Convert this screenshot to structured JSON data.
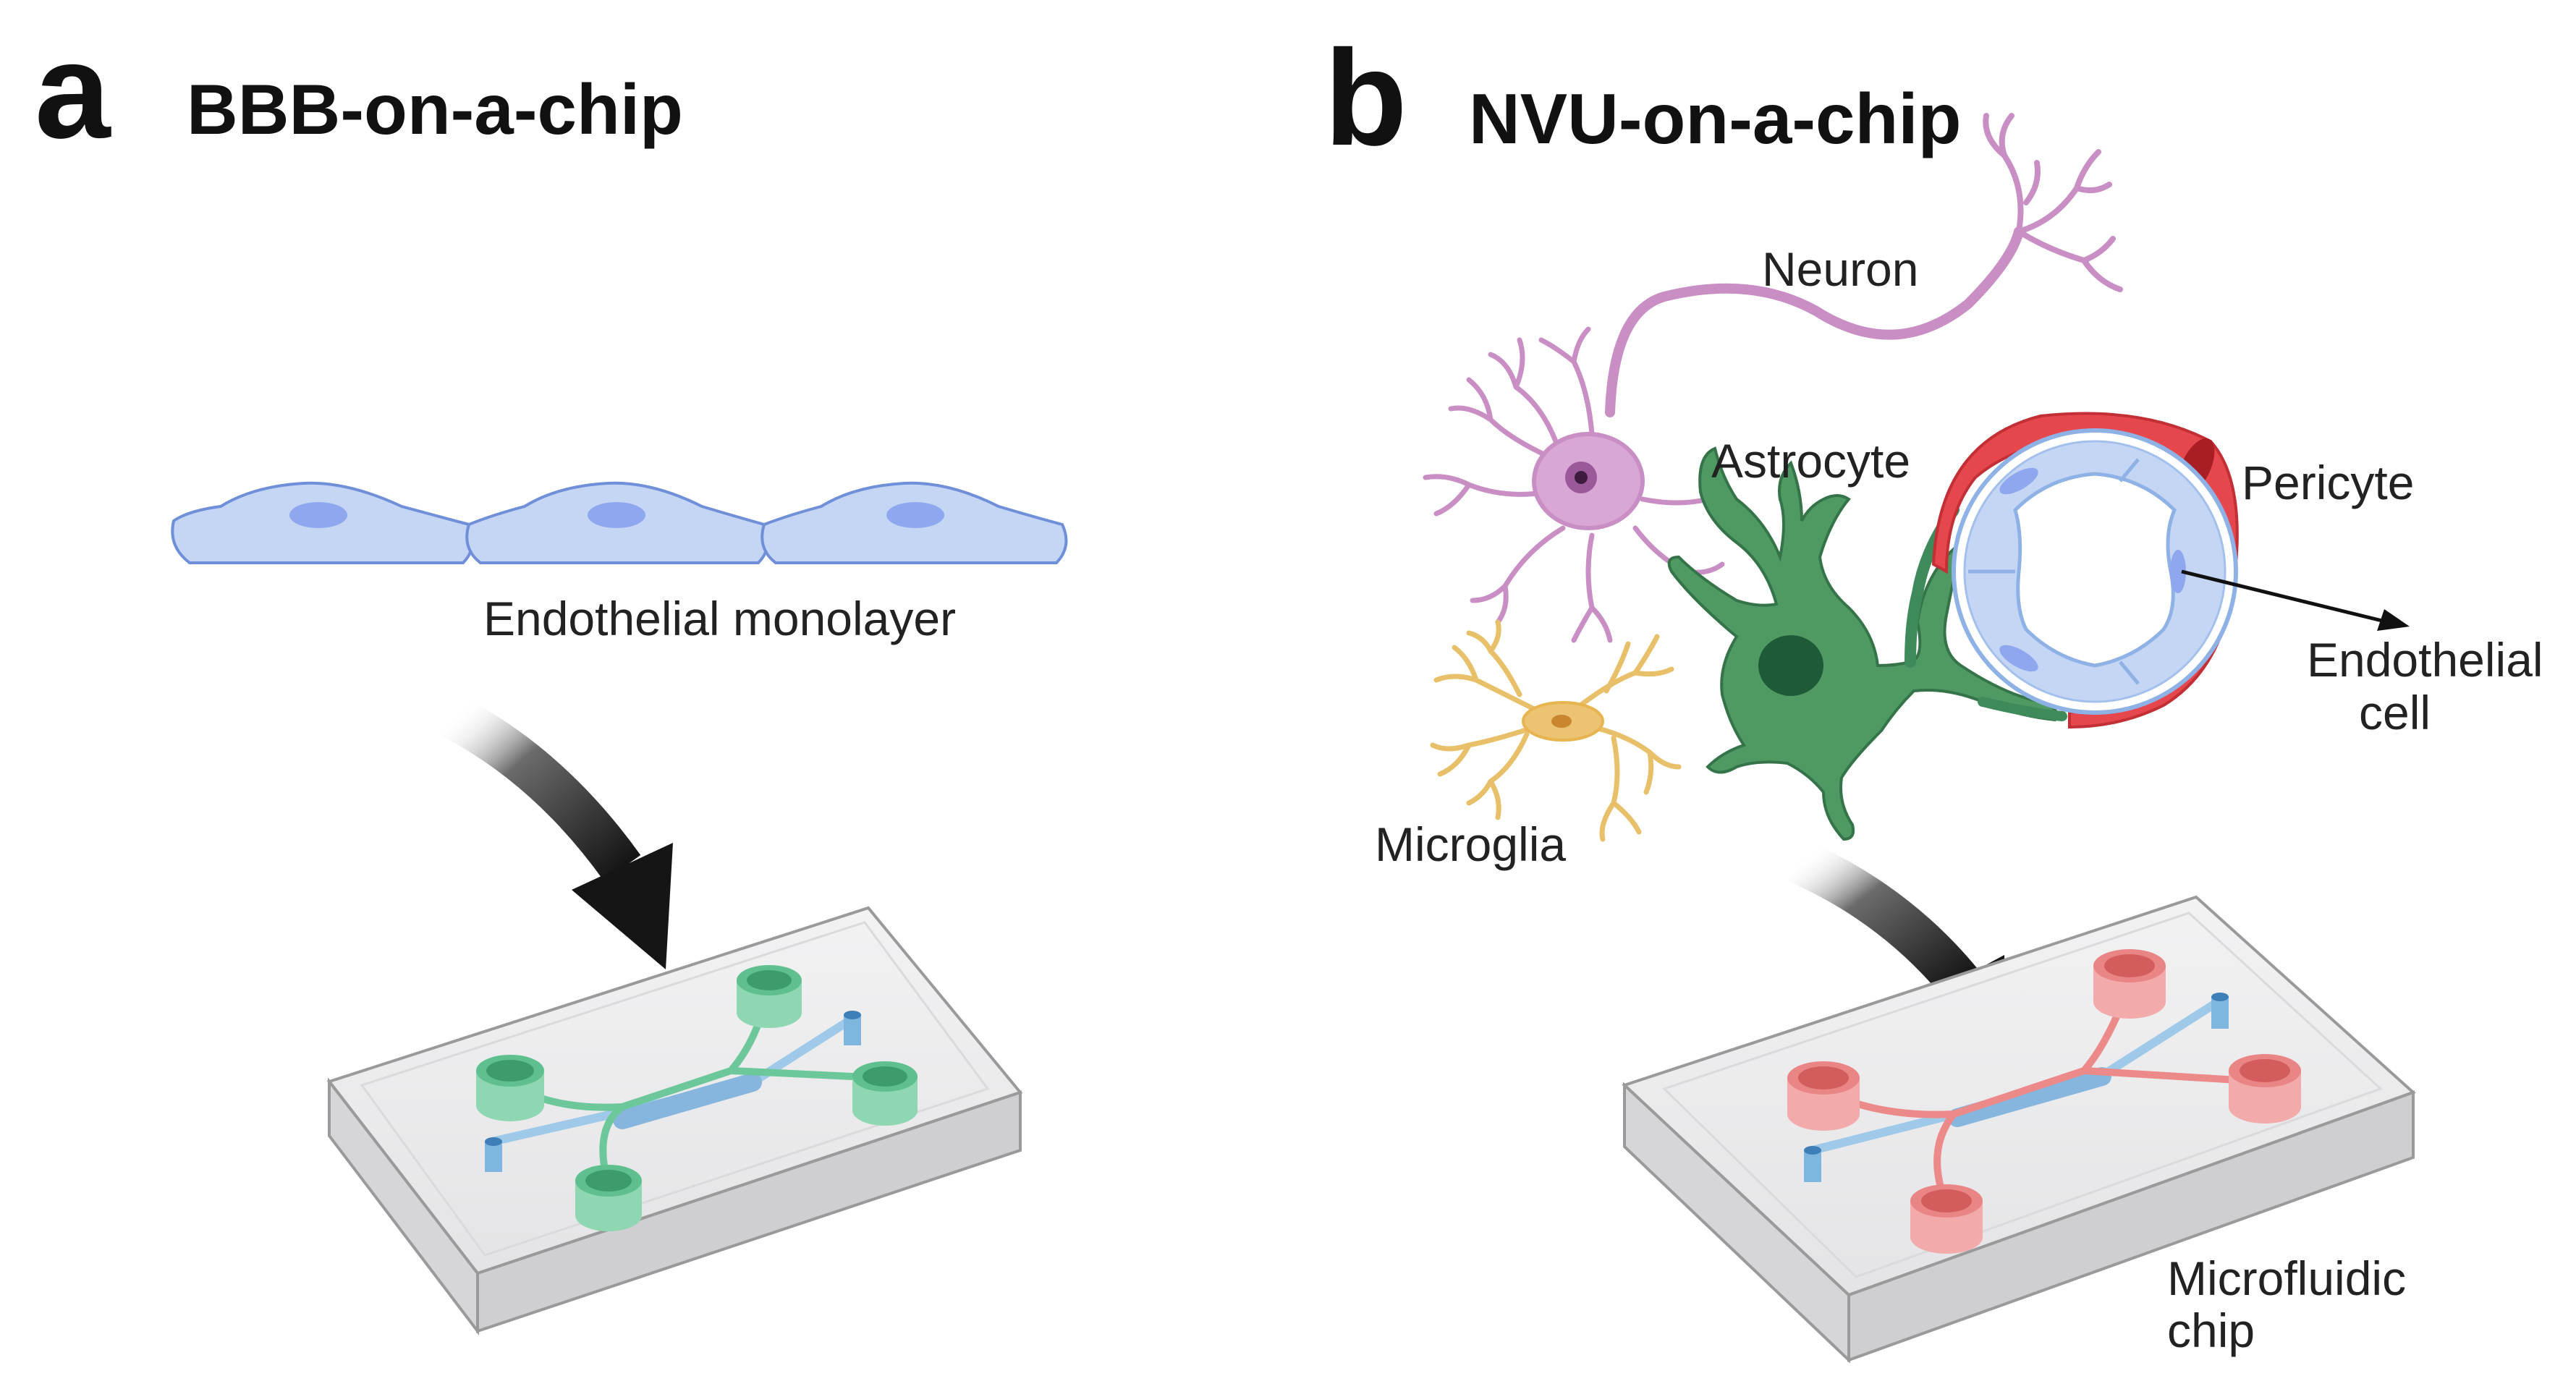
{
  "panel_a": {
    "letter": "a",
    "title": "BBB-on-a-chip",
    "monolayer_label": "Endothelial monolayer",
    "chip_color": "#6cc79a"
  },
  "panel_b": {
    "letter": "b",
    "title": "NVU-on-a-chip",
    "labels": {
      "neuron": "Neuron",
      "astrocyte": "Astrocyte",
      "pericyte": "Pericyte",
      "endothelial_line1": "Endothelial",
      "endothelial_line2": "cell",
      "microglia": "Microglia",
      "chip_line1": "Microfluidic",
      "chip_line2": "chip"
    },
    "chip_color": "#ec8a8a"
  },
  "colors": {
    "endothelial": "#c5d6f5",
    "nucleus": "#8fa7ee",
    "neuron": "#c98fc4",
    "astrocyte": "#3f8a5a",
    "pericyte": "#e5474d",
    "microglia": "#e8c06a",
    "arrow": "#1a1a1a",
    "chip_body": "#e9e9ea"
  }
}
